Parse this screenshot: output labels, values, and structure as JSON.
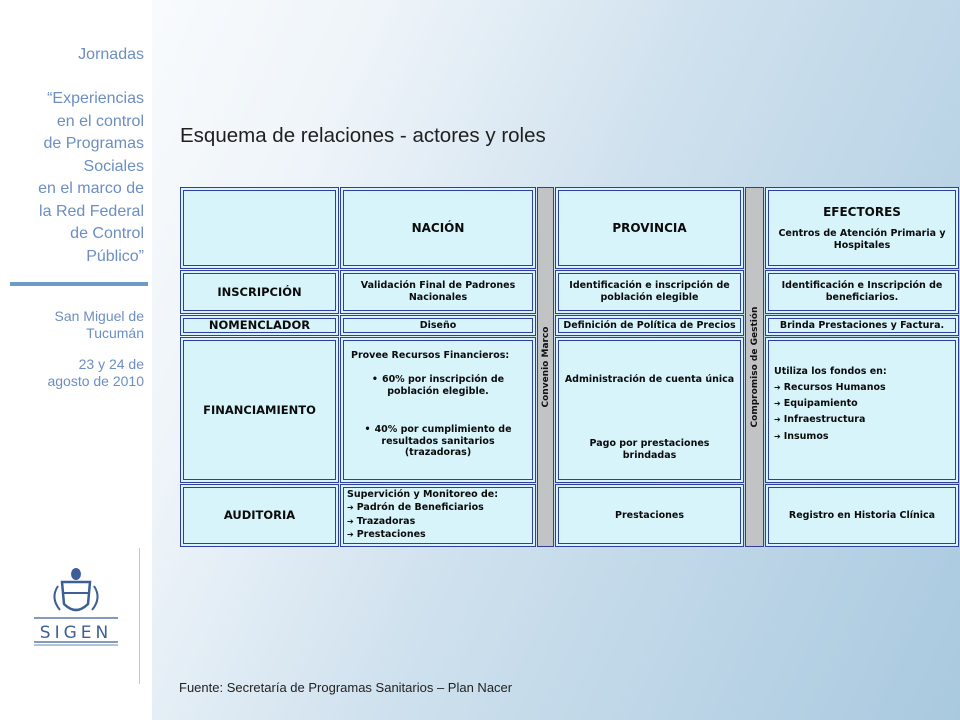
{
  "sidebar": {
    "jornadas": "Jornadas",
    "quote": "“Experiencias\nen el control\nde Programas\nSociales\nen el marco de\nla Red Federal\nde Control\nPúblico”",
    "city": "San Miguel de\nTucumán",
    "date": "23 y 24 de\nagosto de 2010",
    "logo_text": "SIGEN"
  },
  "page": {
    "title": "Esquema de relaciones - actores y roles",
    "source": "Fuente: Secretaría de Programas Sanitarios – Plan Nacer"
  },
  "table": {
    "headers": {
      "nacion": "NACIÓN",
      "provincia": "PROVINCIA",
      "efectores": "EFECTORES",
      "efectores_sub": "Centros de Atención Primaria y Hospitales"
    },
    "connectors": {
      "convenio": "Convenio Marco",
      "compromiso": "Compromiso de Gestión"
    },
    "rows": {
      "inscripcion": {
        "label": "INSCRIPCIÓN",
        "nacion": "Validación Final de Padrones Nacionales",
        "provincia": "Identificación e inscripción de población elegible",
        "efectores": "Identificación e Inscripción de beneficiarios."
      },
      "nomenclador": {
        "label": "NOMENCLADOR",
        "nacion": "Diseño",
        "provincia": "Definición de Política de Precios",
        "efectores": "Brinda Prestaciones y Factura."
      },
      "financiamiento": {
        "label": "FINANCIAMIENTO",
        "nacion_title": "Provee Recursos Financieros:",
        "nacion_item1": "60% por inscripción de población elegible.",
        "nacion_item2": "40% por cumplimiento de resultados sanitarios (trazadoras)",
        "provincia_item1": "Administración de cuenta única",
        "provincia_item2": "Pago por prestaciones brindadas",
        "efectores_title": "Utiliza los fondos en:",
        "efectores_items": [
          "Recursos Humanos",
          "Equipamiento",
          "Infraestructura",
          "Insumos"
        ]
      },
      "auditoria": {
        "label": "AUDITORIA",
        "nacion_title": "Supervición y Monitoreo de:",
        "nacion_items": [
          "Padrón de Beneficiarios",
          "Trazadoras",
          "Prestaciones"
        ],
        "provincia": "Prestaciones",
        "efectores": "Registro en Historia Clínica"
      }
    }
  }
}
